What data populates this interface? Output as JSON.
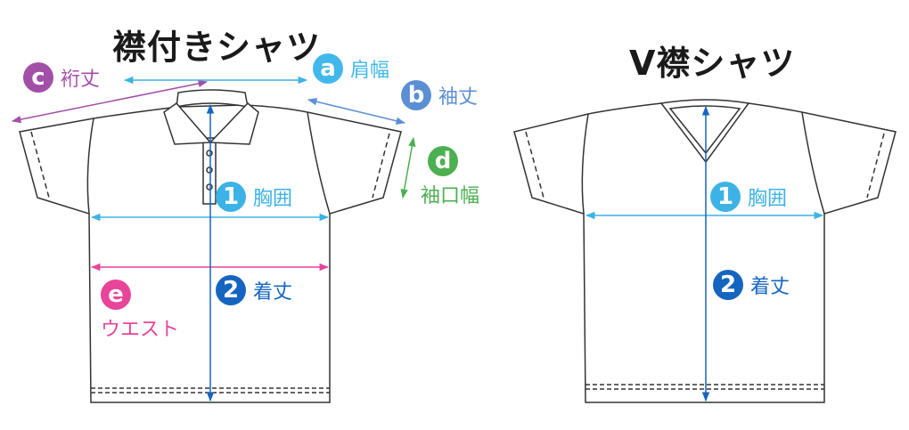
{
  "titles": {
    "collar_shirt": "襟付きシャツ",
    "v_neck_shirt": "V襟シャツ"
  },
  "measurements": {
    "chest": {
      "number": "1",
      "label": "胸囲",
      "color": "#3db2e6"
    },
    "length": {
      "number": "2",
      "label": "着丈",
      "color": "#1565c0"
    },
    "a": {
      "letter": "a",
      "label": "肩幅",
      "color": "#42b8ea"
    },
    "b": {
      "letter": "b",
      "label": "袖丈",
      "color": "#5b8fd4"
    },
    "c": {
      "letter": "c",
      "label": "裄丈",
      "color": "#a24fa8"
    },
    "d": {
      "letter": "d",
      "label": "袖口幅",
      "color": "#4caf50"
    },
    "e": {
      "letter": "e",
      "label": "ウエスト",
      "color": "#e8449a"
    }
  },
  "colors": {
    "outline": "#333333",
    "background": "#ffffff"
  }
}
